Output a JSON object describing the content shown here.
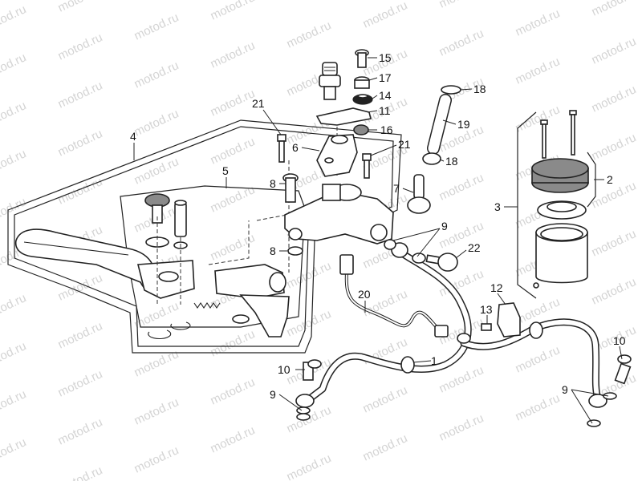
{
  "watermark": "motod.ru",
  "callouts": [
    "1",
    "2",
    "3",
    "4",
    "5",
    "6",
    "7",
    "8",
    "8",
    "9",
    "9",
    "9",
    "10",
    "10",
    "11",
    "12",
    "13",
    "14",
    "15",
    "16",
    "17",
    "18",
    "18",
    "19",
    "20",
    "21",
    "21",
    "22"
  ]
}
